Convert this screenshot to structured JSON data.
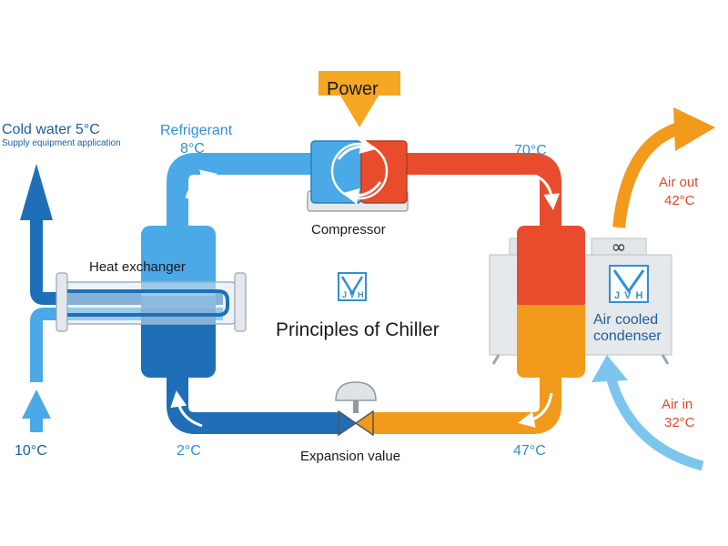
{
  "title": "Principles of Chiller",
  "power_label": "Power",
  "compressor_label": "Compressor",
  "heat_exchanger_label": "Heat exchanger",
  "expansion_label": "Expansion value",
  "condenser_label_line1": "Air cooled",
  "condenser_label_line2": "condenser",
  "cold_water_label": "Cold water 5°C",
  "supply_label": "Supply equipment application",
  "inlet_water_temp": "10°C",
  "refrigerant_label": "Refrigerant",
  "refrigerant_temp": "8°C",
  "hot_gas_temp": "70°C",
  "liquid_temp": "47°C",
  "low_temp": "2°C",
  "air_out_label": "Air out",
  "air_out_temp": "42°C",
  "air_in_label": "Air in",
  "air_in_temp": "32°C",
  "logo_text": "JVH",
  "colors": {
    "light_blue": "#4aa9e6",
    "dark_blue": "#1e6fb8",
    "red": "#e84c2c",
    "orange": "#f29a1c",
    "gray": "#dfe3e6"
  }
}
